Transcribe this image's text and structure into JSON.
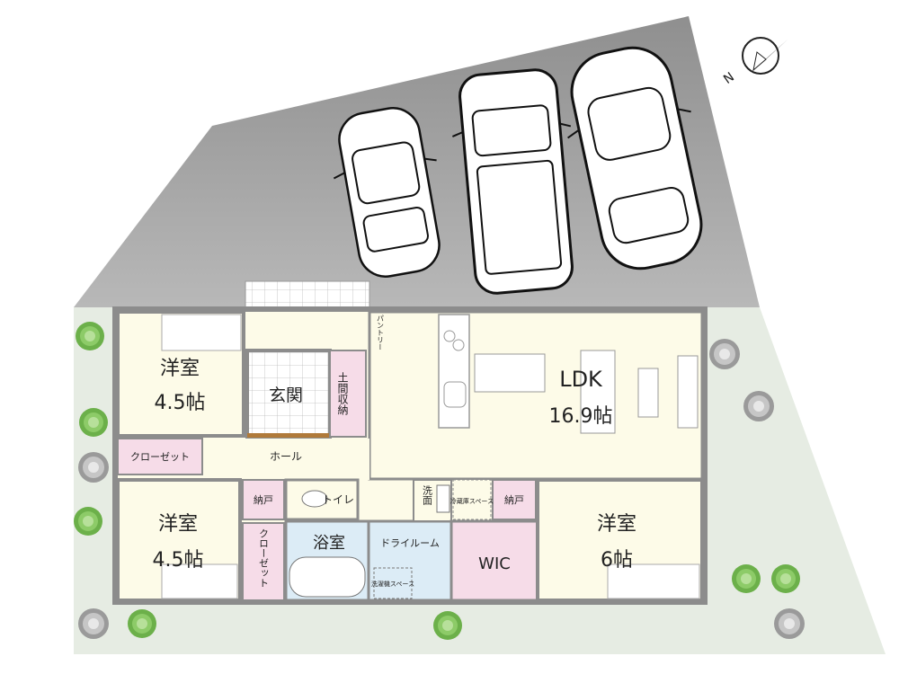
{
  "rooms": {
    "western_room_1": {
      "name": "洋室",
      "size": "4.5帖"
    },
    "western_room_2": {
      "name": "洋室",
      "size": "4.5帖"
    },
    "western_room_3": {
      "name": "洋室",
      "size": "6帖"
    },
    "ldk": {
      "name": "LDK",
      "size": "16.9帖"
    },
    "entrance": {
      "name": "玄関"
    },
    "earth_storage": {
      "name": "土間収納"
    },
    "pantry": {
      "name": "パントリー"
    },
    "hall": {
      "name": "ホール"
    },
    "closet_1": {
      "name": "クローゼット"
    },
    "closet_2": {
      "name": "クローゼット"
    },
    "storage_1": {
      "name": "納戸"
    },
    "storage_2": {
      "name": "納戸"
    },
    "toilet": {
      "name": "トイレ"
    },
    "bathroom": {
      "name": "浴室"
    },
    "dry_room": {
      "name": "ドライルーム"
    },
    "washroom": {
      "name": "洗面"
    },
    "fridge_space": {
      "name": "冷蔵庫スペース"
    },
    "washer_space": {
      "name": "洗濯機スペース"
    },
    "wic": {
      "name": "WIC"
    }
  },
  "compass": {
    "label": "N"
  },
  "colors": {
    "parking": "#a9a9a9",
    "garden": "#e6ece3",
    "floor": "#fdfbe8",
    "storage": "#f6dce8",
    "bath": "#dcecf6",
    "wall": "#8c8c8c",
    "tree": "#7fbf5f"
  }
}
